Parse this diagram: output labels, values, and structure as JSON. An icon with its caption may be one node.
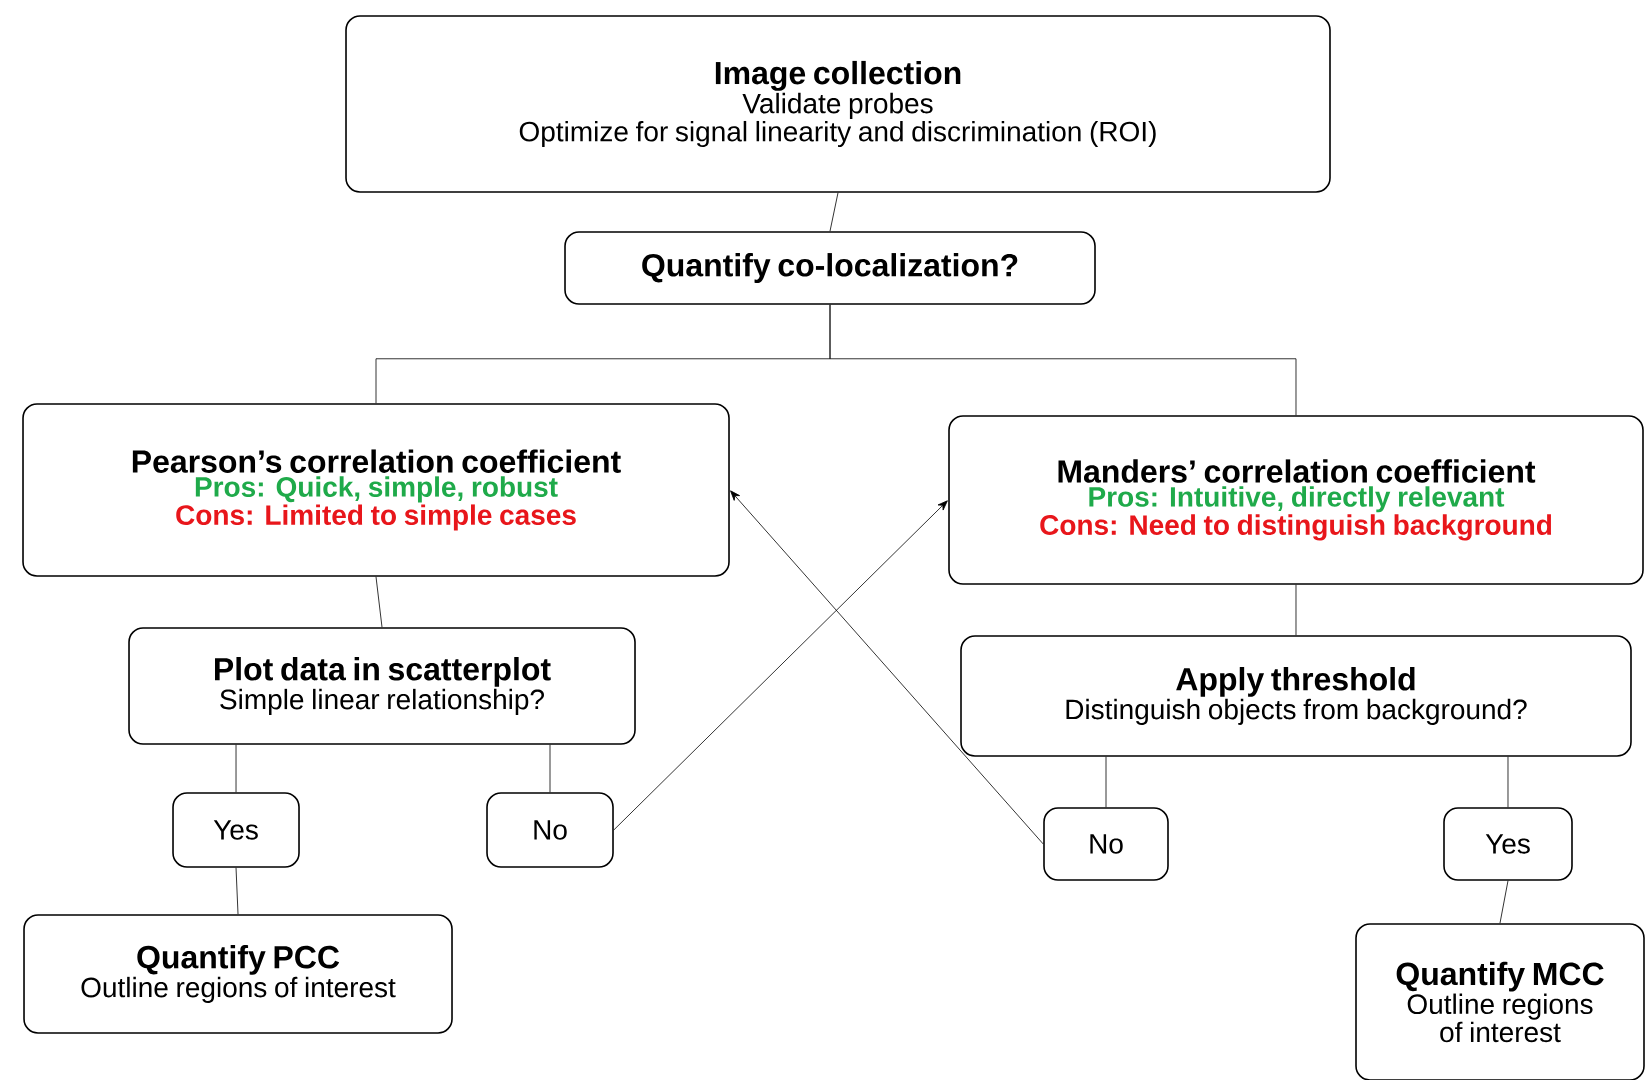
{
  "diagram": {
    "nodes": [
      {
        "text": [
          "Image collection",
          "Validate probes",
          "Optimize for signal linearity and discrimination (ROI)"
        ]
      },
      {
        "text": [
          "Quantify co-localization?"
        ]
      },
      {
        "text": [
          "Pearson’s correlation coefficient",
          "Pros: Quick, simple, robust",
          "Cons: Limited to simple cases"
        ]
      },
      {
        "text": [
          "Manders’ correlation coefficient",
          "Pros: Intuitive, directly relevant",
          "Cons: Need to distinguish background"
        ]
      },
      {
        "text": [
          "Plot data in scatterplot",
          "Simple linear relationship?"
        ]
      },
      {
        "text": [
          "Yes"
        ]
      },
      {
        "text": [
          "No"
        ]
      },
      {
        "text": [
          "Apply threshold",
          "Distinguish objects from background?"
        ]
      },
      {
        "text": [
          "No"
        ]
      },
      {
        "text": [
          "Yes"
        ]
      },
      {
        "text": [
          "Quantify PCC",
          "Outline regions of interest"
        ]
      },
      {
        "text": [
          "Quantify MCC",
          "Outline regions of interest"
        ]
      }
    ],
    "edges": [
      {
        "from": 0,
        "to": 1,
        "arrow": "none"
      },
      {
        "from": 1,
        "to": 2,
        "arrow": "none"
      },
      {
        "from": 1,
        "to": 3,
        "arrow": "none"
      },
      {
        "from": 2,
        "to": 4,
        "arrow": "none"
      },
      {
        "from": 4,
        "to": 5,
        "arrow": "none"
      },
      {
        "from": 4,
        "to": 6,
        "arrow": "none"
      },
      {
        "from": 5,
        "to": 10,
        "arrow": "none"
      },
      {
        "from": 6,
        "to": 3,
        "arrow": "to"
      },
      {
        "from": 3,
        "to": 7,
        "arrow": "none"
      },
      {
        "from": 7,
        "to": 8,
        "arrow": "none"
      },
      {
        "from": 7,
        "to": 9,
        "arrow": "none"
      },
      {
        "from": 8,
        "to": 2,
        "arrow": "to"
      },
      {
        "from": 9,
        "to": 11,
        "arrow": "none"
      }
    ]
  }
}
